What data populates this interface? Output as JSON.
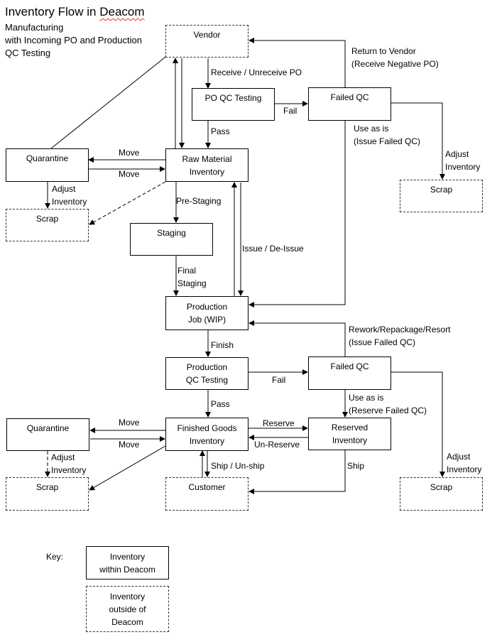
{
  "title": {
    "prefix": "Inventory Flow in ",
    "brand": "Deacom"
  },
  "subtitle": "Manufacturing\nwith Incoming PO and Production\nQC Testing",
  "nodes": {
    "vendor": "Vendor",
    "po_qc": "PO QC Testing",
    "failed_qc_top": "Failed QC",
    "quarantine_top": "Quarantine",
    "raw_material": "Raw Material\nInventory",
    "scrap_left_top": "Scrap",
    "scrap_right_top": "Scrap",
    "staging": "Staging",
    "production_job": "Production\nJob (WIP)",
    "production_qc": "Production\nQC Testing",
    "failed_qc_bottom": "Failed QC",
    "quarantine_bottom": "Quarantine",
    "finished_goods": "Finished Goods\nInventory",
    "reserved": "Reserved\nInventory",
    "scrap_left_bottom": "Scrap",
    "customer": "Customer",
    "scrap_right_bottom": "Scrap"
  },
  "labels": {
    "return_to_vendor": "Return to Vendor",
    "receive_negative_po": "(Receive Negative PO)",
    "receive_unreceive_po": "Receive / Unreceive PO",
    "fail_top": "Fail",
    "pass_top": "Pass",
    "use_as_is_top": "Use as is",
    "issue_failed_qc_top": "(Issue Failed QC)",
    "adjust_right_top_1": "Adjust",
    "adjust_right_top_2": "Inventory",
    "move_top_1": "Move",
    "move_top_2": "Move",
    "adjust_left_top_1": "Adjust",
    "adjust_left_top_2": "Inventory",
    "pre_staging": "Pre-Staging",
    "issue_de_issue": "Issue / De-Issue",
    "final_staging_1": "Final",
    "final_staging_2": "Staging",
    "rework": "Rework/Repackage/Resort",
    "issue_failed_qc_mid": "(Issue Failed QC)",
    "finish": "Finish",
    "fail_bottom": "Fail",
    "pass_bottom": "Pass",
    "use_as_is_bottom": "Use as is",
    "reserve_failed_qc": "(Reserve Failed QC)",
    "move_bottom_1": "Move",
    "move_bottom_2": "Move",
    "reserve": "Reserve",
    "un_reserve": "Un-Reserve",
    "adjust_left_bottom_1": "Adjust",
    "adjust_left_bottom_2": "Inventory",
    "ship_unship": "Ship / Un-ship",
    "ship": "Ship",
    "adjust_right_bottom_1": "Adjust",
    "adjust_right_bottom_2": "Inventory"
  },
  "key": {
    "label": "Key:",
    "inside": "Inventory\nwithin Deacom",
    "outside": "Inventory\noutside of\nDeacom"
  }
}
